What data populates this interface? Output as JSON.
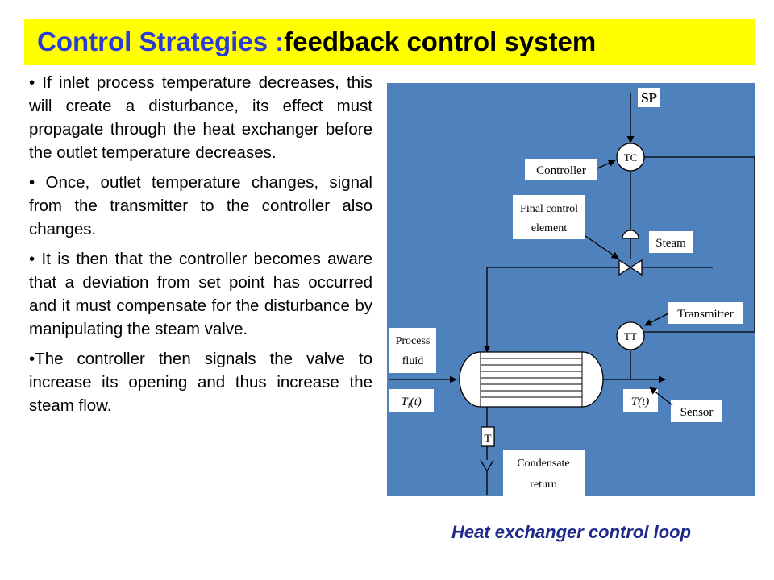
{
  "title": {
    "part1": "Control Strategies : ",
    "part2": "feedback control system"
  },
  "bullets": [
    "• If inlet process temperature decreases, this will create a disturbance, its effect must propagate through the heat exchanger before the outlet temperature decreases.",
    "• Once, outlet temperature changes, signal from the transmitter to the controller also changes.",
    "• It is then that the controller becomes aware that a deviation from set point has occurred and it must compensate for the disturbance by manipulating the steam valve.",
    "•The controller then signals the valve to increase its opening and thus increase the steam flow."
  ],
  "diagram": {
    "background": "#4f81bd",
    "sp": "SP",
    "tc": "TC",
    "tt": "TT",
    "trap": "T",
    "controller": "Controller",
    "final_control_line1": "Final control",
    "final_control_line2": "element",
    "steam": "Steam",
    "transmitter": "Transmitter",
    "process_line1": "Process",
    "process_line2": "fluid",
    "ti_base": "T",
    "ti_sub": "i",
    "ti_suffix": "(t)",
    "t_out": "T(t)",
    "sensor": "Sensor",
    "condensate_line1": "Condensate",
    "condensate_line2": "return"
  },
  "caption": "Heat exchanger control loop"
}
